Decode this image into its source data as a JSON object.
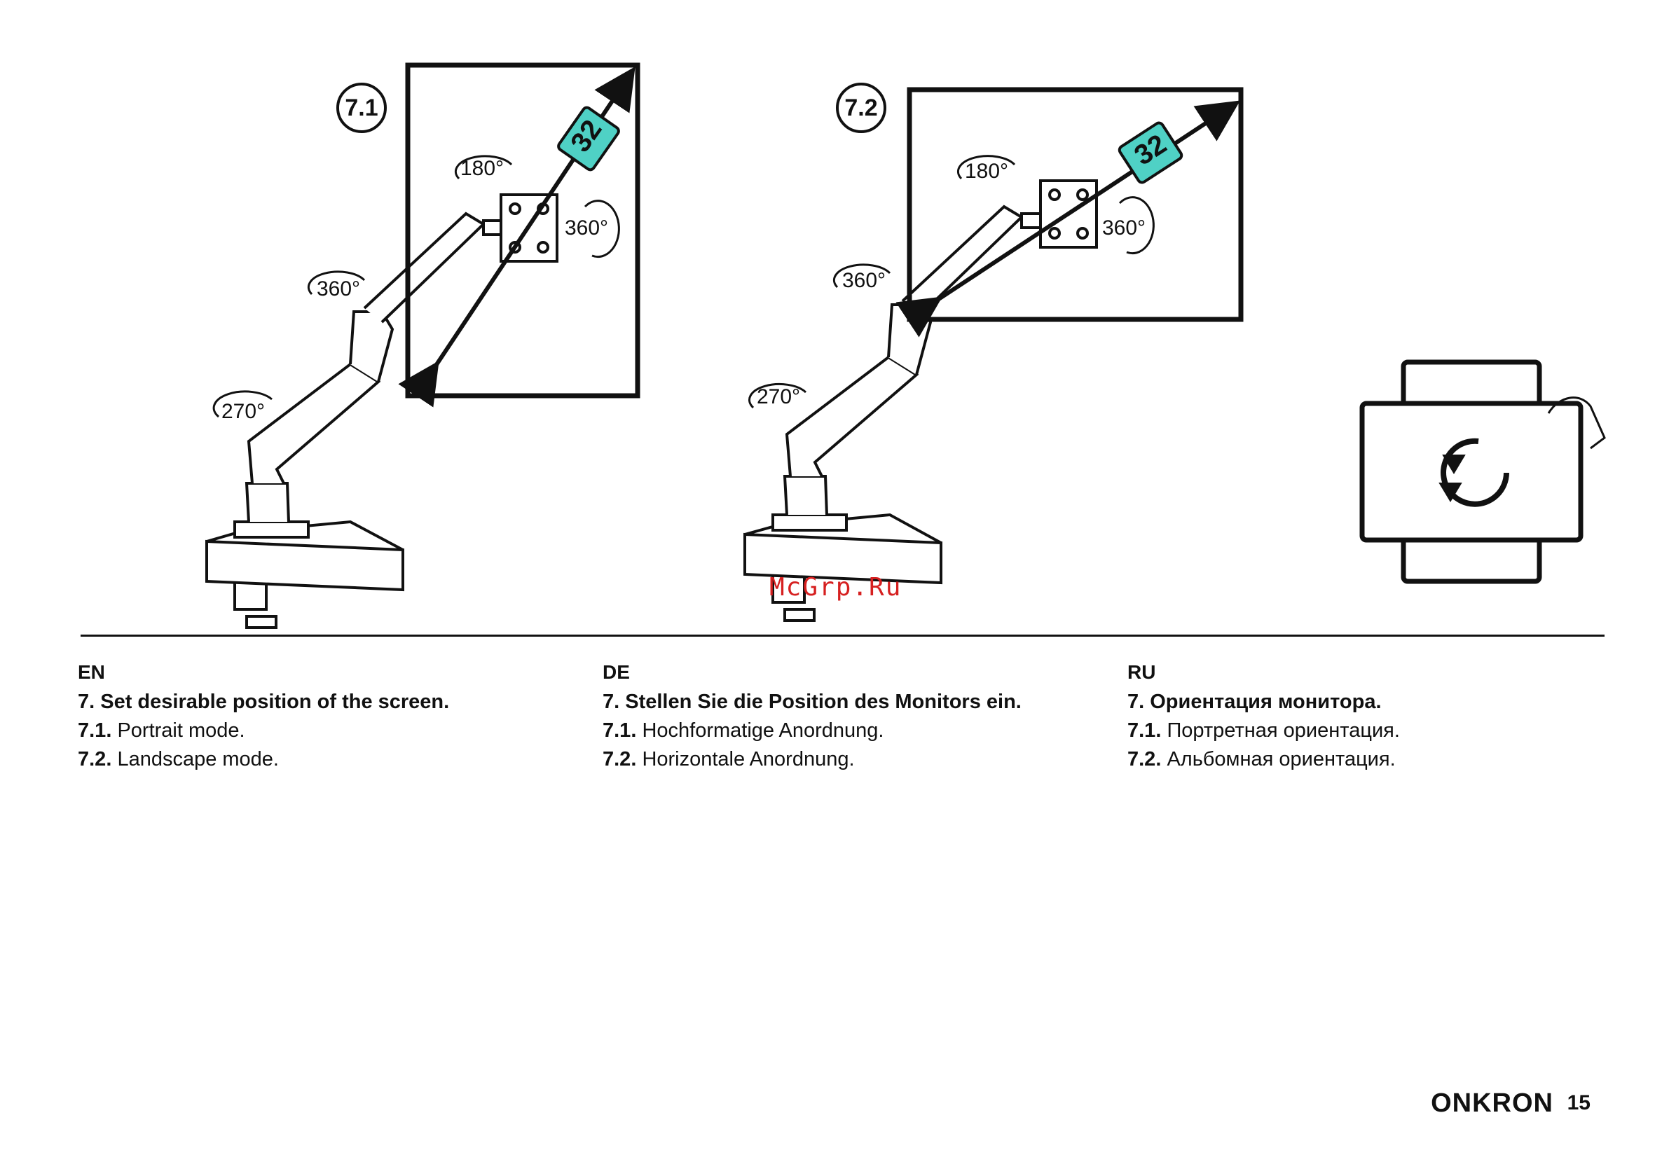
{
  "figures": {
    "fig1": {
      "label": "7.1",
      "size": "32",
      "angles": {
        "top": "180°",
        "right": "360°",
        "mid": "360°",
        "low": "270°"
      }
    },
    "fig2": {
      "label": "7.2",
      "size": "32",
      "angles": {
        "top": "180°",
        "right": "360°",
        "mid": "360°",
        "low": "270°"
      }
    }
  },
  "columns": [
    {
      "lang": "EN",
      "step": "7. Set desirable position of the screen.",
      "items": [
        {
          "num": "7.1.",
          "text": "Portrait mode."
        },
        {
          "num": "7.2.",
          "text": "Landscape mode."
        }
      ]
    },
    {
      "lang": "DE",
      "step": "7. Stellen Sie die Position des Monitors ein.",
      "items": [
        {
          "num": "7.1.",
          "text": "Hochformatige Anordnung."
        },
        {
          "num": "7.2.",
          "text": "Horizontale Anordnung."
        }
      ]
    },
    {
      "lang": "RU",
      "step": "7. Ориентация монитора.",
      "items": [
        {
          "num": "7.1.",
          "text": "Портретная ориентация."
        },
        {
          "num": "7.2.",
          "text": "Альбомная ориентация."
        }
      ]
    }
  ],
  "footer": {
    "brand": "ONKRON",
    "page": "15"
  },
  "watermark": "McGrp.Ru",
  "colors": {
    "accent": "#4fd1c5",
    "ink": "#111111",
    "watermark": "#d62020"
  }
}
